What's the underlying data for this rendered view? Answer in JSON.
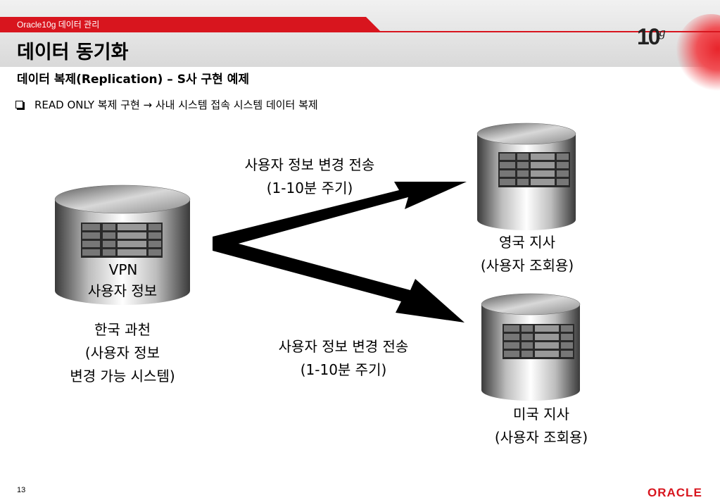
{
  "header": {
    "tab_label": "Oracle10g 데이터 관리",
    "title": "데이터 동기화",
    "logo_text": "10",
    "logo_super": "g"
  },
  "subtitle": "데이터 복제(Replication) – S사 구현 예제",
  "bullet": "READ ONLY 복제 구현 → 사내 시스템 접속 시스템 데이터 복제",
  "diagram": {
    "source_db": {
      "inner_label_1": "VPN",
      "inner_label_2": "사용자 정보",
      "caption_1": "한국 과천",
      "caption_2": "(사용자 정보",
      "caption_3": "변경 가능 시스템)"
    },
    "target_uk": {
      "caption_1": "영국 지사",
      "caption_2": "(사용자 조회용)"
    },
    "target_us": {
      "caption_1": "미국 지사",
      "caption_2": "(사용자 조회용)"
    },
    "arrow_top_label_1": "사용자 정보 변경 전송",
    "arrow_top_label_2": "(1-10분 주기)",
    "arrow_bottom_label_1": "사용자 정보 변경 전송",
    "arrow_bottom_label_2": "(1-10분 주기)"
  },
  "footer": {
    "page_number": "13",
    "brand": "ORACLE"
  }
}
